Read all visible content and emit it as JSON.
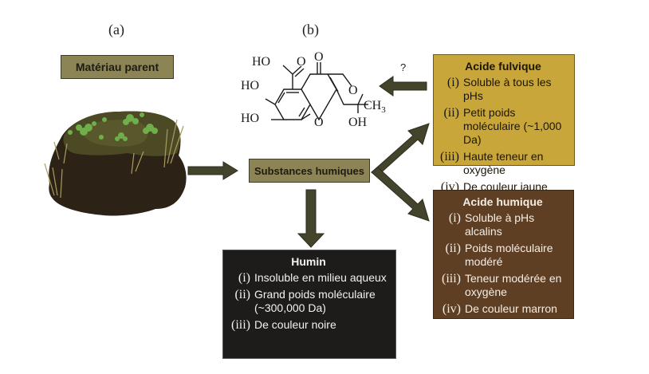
{
  "panels": {
    "a_label": "(a)",
    "b_label": "(b)"
  },
  "parent_material": {
    "label": "Matériau parent"
  },
  "humic_substances": {
    "label": "Substances humiques"
  },
  "unknown_link": {
    "label": "?"
  },
  "molecule": {
    "labels": {
      "acid_oh": "HO",
      "acid_o": "O",
      "ketone_o": "O",
      "oh_upper": "HO",
      "oh_lower": "HO",
      "ring_o_bottom": "O",
      "ring_o_right": "O",
      "methyl": "CH",
      "methyl_sub": "3",
      "hydroxyl": "OH"
    }
  },
  "fulvic_acid": {
    "title": "Acide fulvique",
    "items": [
      {
        "num": "(i)",
        "text": "Soluble à tous les pHs"
      },
      {
        "num": "(ii)",
        "text": "Petit poids moléculaire (~1,000 Da)"
      },
      {
        "num": "(iii)",
        "text": "Haute teneur en oxygène"
      },
      {
        "num": "(iv)",
        "text": "De couleur jaune"
      }
    ]
  },
  "humic_acid": {
    "title": "Acide humique",
    "items": [
      {
        "num": "(i)",
        "text": "Soluble à pHs alcalins"
      },
      {
        "num": "(ii)",
        "text": "Poids moléculaire modéré"
      },
      {
        "num": "(iii)",
        "text": "Teneur modérée en oxygène"
      },
      {
        "num": "(iv)",
        "text": "De couleur marron"
      }
    ]
  },
  "humin": {
    "title": "Humin",
    "items": [
      {
        "num": "(i)",
        "text": "Insoluble en milieu aqueux"
      },
      {
        "num": "(ii)",
        "text": "Grand poids moléculaire (~300,000 Da)"
      },
      {
        "num": "(iii)",
        "text": "De couleur noire"
      }
    ]
  },
  "colors": {
    "olive_box": "#8c8455",
    "arrow": "#44432c",
    "fulvic": "#c9a63a",
    "humic": "#5f3f24",
    "humin": "#1d1c1b"
  }
}
